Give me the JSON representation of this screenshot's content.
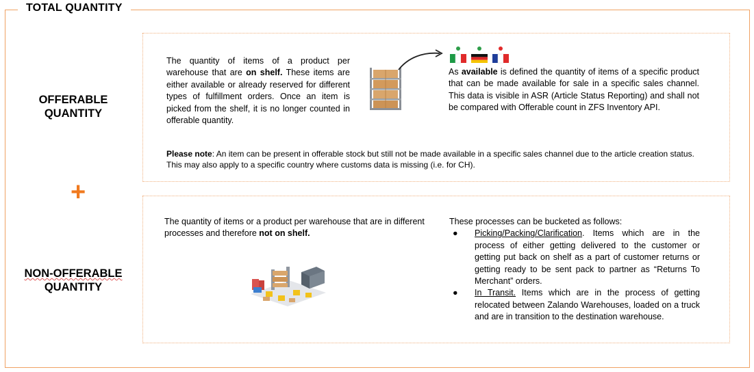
{
  "outer_title": "TOTAL QUANTITY",
  "offerable": {
    "label_line1": "OFFERABLE",
    "label_line2": "QUANTITY",
    "left_text_pre": "The quantity of items of a product per warehouse that are ",
    "left_text_bold": "on shelf.",
    "left_text_post": " These items are either available or already reserved for different types of fulfillment orders. Once an item is picked from the shelf, it is no longer counted in offerable quantity.",
    "right_text_pre": "As ",
    "right_text_bold": "available",
    "right_text_post": " is defined the quantity of items of a specific product that can be made available for sale in a specific sales channel. This data is visible in ASR (Article Status Reporting) and shall not be compared with Offerable count in ZFS Inventory API.",
    "note_bold": "Please note",
    "note_text": ": An item can be present in offerable stock but still not be made available in a specific sales channel due to the article creation status. This may also apply to a specific country where customs data is missing (i.e. for CH)."
  },
  "plus_symbol": "+",
  "non_offerable": {
    "label_line1": "NON-OFFERABLE",
    "label_line2": "QUANTITY",
    "left_text_pre": "The quantity of items or a product per warehouse that are in different processes and therefore ",
    "left_text_bold": "not on shelf.",
    "right_intro": "These processes can be bucketed as follows:",
    "bullets": [
      {
        "dot": "●",
        "title": "Picking/Packing/Clarification",
        "text": ". Items which are in the process of either getting delivered to the customer or getting put back on shelf as a part of customer returns or getting ready to be sent pack to partner as “Returns To Merchant” orders."
      },
      {
        "dot": "●",
        "title": "In Transit.",
        "text": " Items which are in the process of getting relocated between Zalando Warehouses, loaded on a truck and are in transition to the destination warehouse."
      }
    ]
  },
  "colors": {
    "border": "#f0a263",
    "plus": "#f07a1f",
    "box_border": "#f0b07e"
  },
  "icons": [
    "shelf-boxes-icon",
    "arrow-icon",
    "country-flags-icon",
    "warehouse-scene-icon"
  ]
}
